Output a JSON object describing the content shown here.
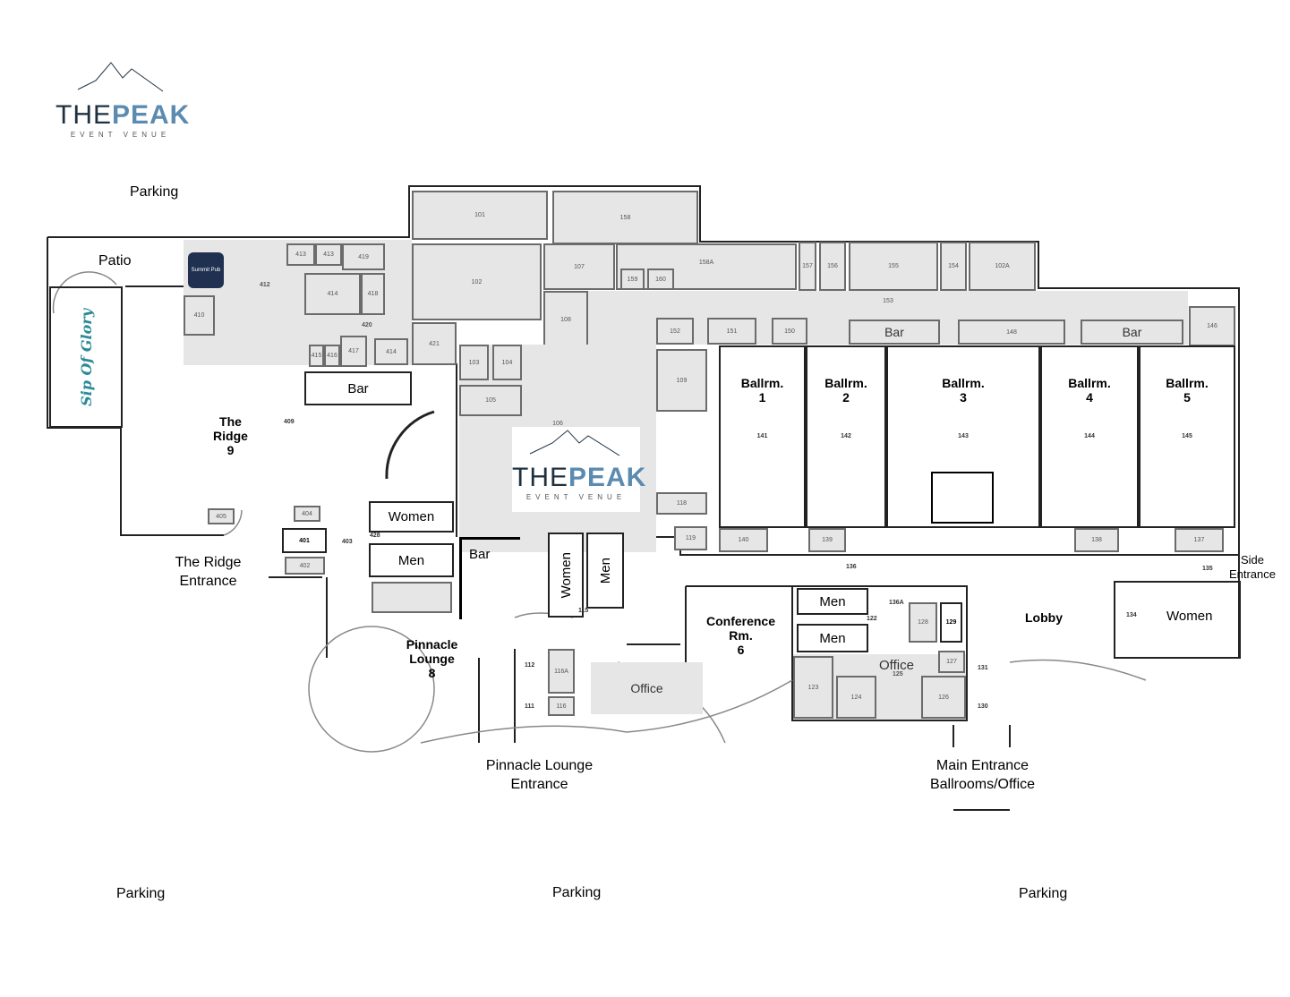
{
  "logo": {
    "name_part1": "THE",
    "name_part2": "PEAK",
    "tagline": "EVENT VENUE"
  },
  "bars": {
    "sip_of_glory": "Sip Of Glory",
    "mountain_badge": "Summit Pub"
  },
  "areas": {
    "parking_top": "Parking",
    "parking_bottom_left": "Parking",
    "parking_bottom_center": "Parking",
    "parking_bottom_right": "Parking",
    "patio": "Patio",
    "ridge_name": "The Ridge",
    "ridge_num": "9",
    "ridge_entrance": "The Ridge Entrance",
    "pinnacle_name": "Pinnacle Lounge",
    "pinnacle_num": "8",
    "pinnacle_entrance": "Pinnacle Lounge Entrance",
    "conference": "Conference Rm.",
    "conference_num": "6",
    "lobby": "Lobby",
    "main_entrance": "Main Entrance",
    "main_entrance_sub": "Ballrooms/Office",
    "side_entrance": "Side Entrance"
  },
  "ballrooms": [
    {
      "name": "Ballrm.",
      "num": "1",
      "room": "141"
    },
    {
      "name": "Ballrm.",
      "num": "2",
      "room": "142"
    },
    {
      "name": "Ballrm.",
      "num": "3",
      "room": "143"
    },
    {
      "name": "Ballrm.",
      "num": "4",
      "room": "144"
    },
    {
      "name": "Ballrm.",
      "num": "5",
      "room": "145"
    }
  ],
  "labels": {
    "bar": "Bar",
    "women": "Women",
    "men": "Men",
    "office": "Office"
  },
  "rooms": {
    "101": "101",
    "158": "158",
    "158A": "158A",
    "102": "102",
    "107": "107",
    "108": "108",
    "159": "159",
    "160": "160",
    "157": "157",
    "156": "156",
    "155": "155",
    "154": "154",
    "102A": "102A",
    "153": "153",
    "146": "146",
    "152": "152",
    "151": "151",
    "150": "150",
    "148": "148",
    "103": "103",
    "104": "104",
    "105": "105",
    "106": "106",
    "109": "109",
    "118": "118",
    "119": "119",
    "140": "140",
    "139": "139",
    "138": "138",
    "137": "137",
    "136": "136",
    "136A": "136A",
    "135": "135",
    "134": "134",
    "412": "412",
    "413a": "413",
    "413b": "413",
    "419": "419",
    "414a": "414",
    "418": "418",
    "420": "420",
    "410": "410",
    "415": "415",
    "416": "416",
    "417": "417",
    "414b": "414",
    "421": "421",
    "409": "409",
    "404": "404",
    "405": "405",
    "401": "401",
    "402": "402",
    "403": "403",
    "428": "428",
    "115": "115",
    "112": "112",
    "111": "111",
    "116A": "116A",
    "116": "116",
    "122": "122",
    "128": "128",
    "129": "129",
    "127": "127",
    "125": "125",
    "123": "123",
    "124": "124",
    "126": "126",
    "131": "131",
    "130": "130"
  }
}
